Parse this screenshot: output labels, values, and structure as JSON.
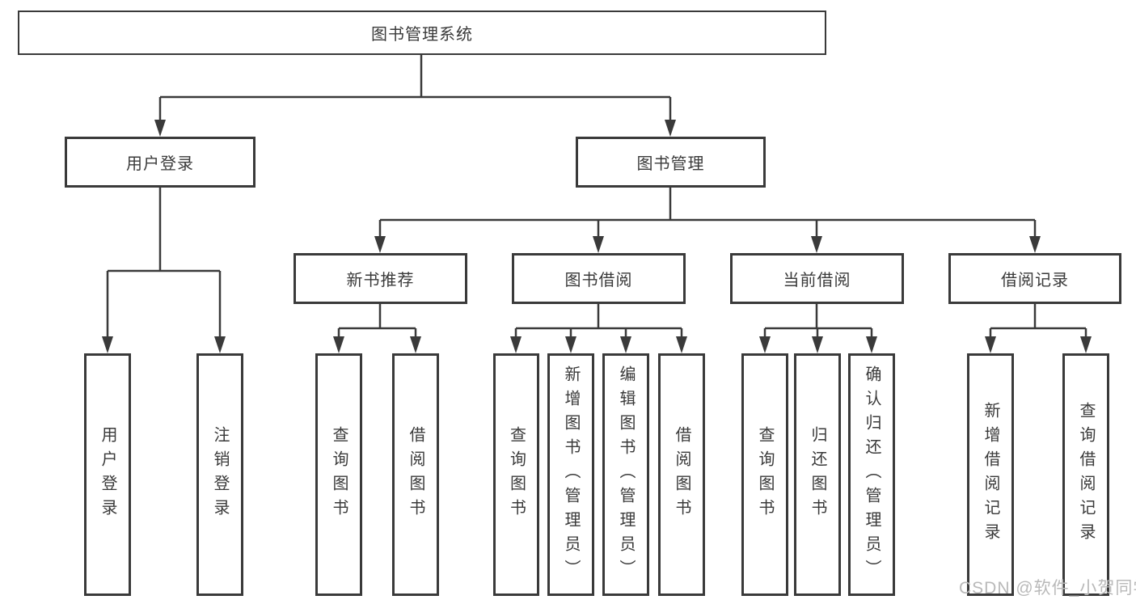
{
  "colors": {
    "line": "#3a3a3a",
    "text": "#3a3a3a",
    "watermark": "#b9b9b9",
    "background": "#ffffff"
  },
  "diagram": {
    "title": "图书管理系统",
    "level2": [
      {
        "label": "用户登录"
      },
      {
        "label": "图书管理"
      }
    ],
    "level3": [
      {
        "label": "新书推荐"
      },
      {
        "label": "图书借阅"
      },
      {
        "label": "当前借阅"
      },
      {
        "label": "借阅记录"
      }
    ],
    "leaves": [
      {
        "label": "用户登录"
      },
      {
        "label": "注销登录"
      },
      {
        "label": "查询图书"
      },
      {
        "label": "借阅图书"
      },
      {
        "label": "查询图书"
      },
      {
        "label": "新增图书（管理员）"
      },
      {
        "label": "编辑图书（管理员）"
      },
      {
        "label": "借阅图书"
      },
      {
        "label": "查询图书"
      },
      {
        "label": "归还图书"
      },
      {
        "label": "确认归还（管理员）"
      },
      {
        "label": "新增借阅记录"
      },
      {
        "label": "查询借阅记录"
      }
    ]
  },
  "watermark": "CSDN @软件_小贺同学"
}
